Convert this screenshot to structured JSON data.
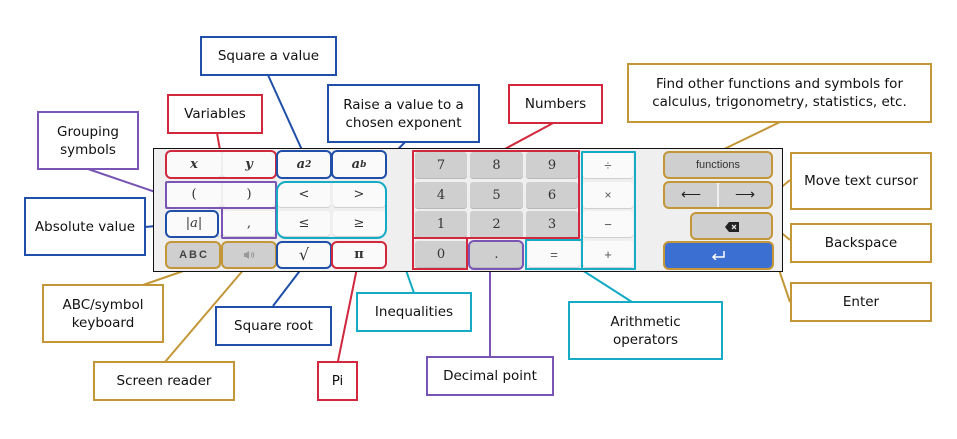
{
  "colors": {
    "red": "#d2283e",
    "blue": "#1f4fa8",
    "purple": "#7a55b5",
    "teal": "#15abc4",
    "gold": "#c39637",
    "enter_key": "#3b6fd2"
  },
  "keyboard": {
    "keys": {
      "x": "x",
      "y": "y",
      "a_squared_base": "a",
      "a_squared_exp": "2",
      "a_power_base": "a",
      "a_power_exp": "b",
      "open_paren": "(",
      "close_paren": ")",
      "less_than": "<",
      "greater_than": ">",
      "abs": "|a|",
      "comma": ",",
      "less_equal": "≤",
      "greater_equal": "≥",
      "abc": "ABC",
      "speaker_icon": "speaker-icon",
      "sqrt": "√",
      "pi": "π",
      "n7": "7",
      "n8": "8",
      "n9": "9",
      "n4": "4",
      "n5": "5",
      "n6": "6",
      "n1": "1",
      "n2": "2",
      "n3": "3",
      "n0": "0",
      "decimal": ".",
      "equals": "=",
      "divide": "÷",
      "multiply": "×",
      "minus": "−",
      "plus": "+",
      "functions": "functions",
      "left_arrow": "⟵",
      "right_arrow": "⟶",
      "backspace_icon": "backspace-icon",
      "enter_icon": "enter-icon"
    }
  },
  "callouts": {
    "square": "Square a value",
    "variables": "Variables",
    "exponent": "Raise a value to a chosen exponent",
    "numbers": "Numbers",
    "functions": "Find other functions and symbols for calculus, trigonometry, statistics, etc.",
    "grouping": "Grouping symbols",
    "absolute": "Absolute value",
    "move_cursor": "Move text cursor",
    "backspace": "Backspace",
    "enter": "Enter",
    "abc_keyboard": "ABC/symbol keyboard",
    "square_root": "Square root",
    "inequalities": "Inequalities",
    "arithmetic": "Arithmetic operators",
    "screen_reader": "Screen reader",
    "pi": "Pi",
    "decimal": "Decimal point"
  }
}
